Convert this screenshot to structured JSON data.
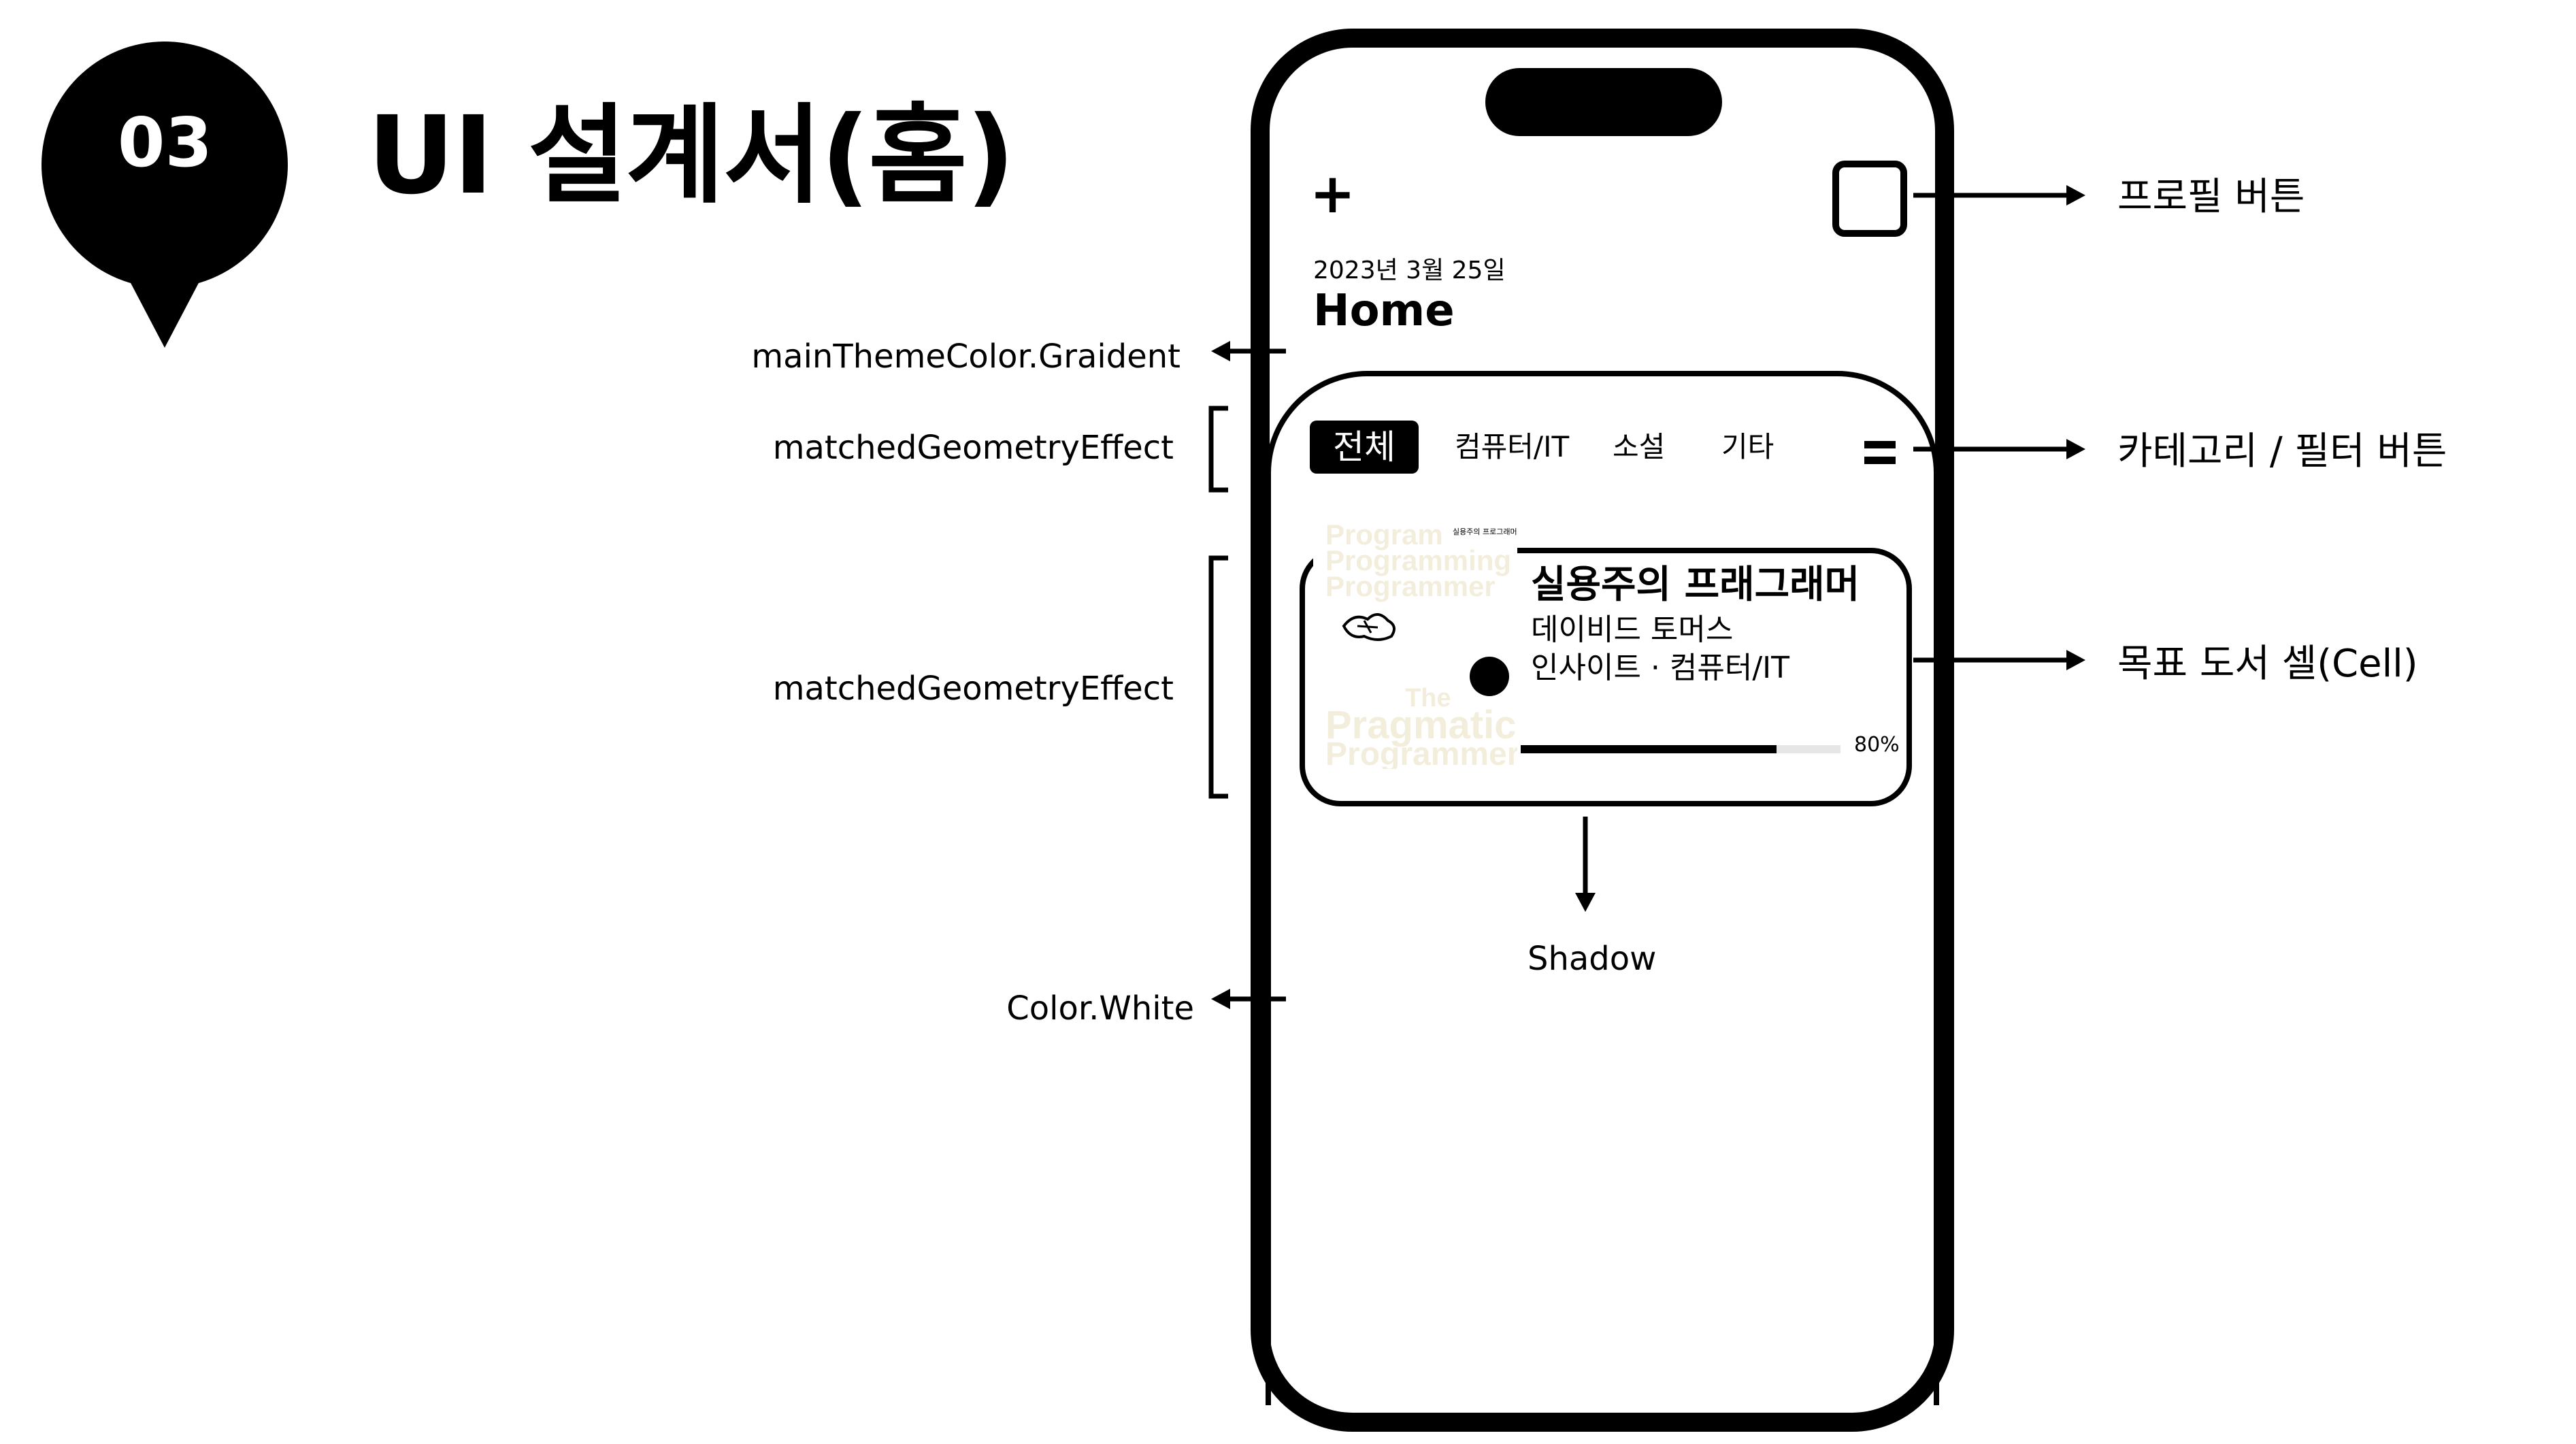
{
  "slide": {
    "number": "03",
    "title": "UI 설계서(홈)"
  },
  "phone": {
    "date": "2023년 3월 25일",
    "title": "Home",
    "plus_label": "+",
    "categories": [
      "전체",
      "컴퓨터/IT",
      "소설",
      "기타"
    ],
    "selected_category": "전체"
  },
  "book": {
    "title": "실용주의 프래그래머",
    "author": "데이비드 토머스",
    "meta": "인사이트 · 컴퓨터/IT",
    "progress": 0.8,
    "progress_label": "80%",
    "cover": {
      "small_text": "실용주의 프로그래머",
      "lines_top": [
        "Program",
        "Programming",
        "Programmer"
      ],
      "lines_bottom": [
        "The",
        "Pragmatic",
        "Programmer"
      ]
    }
  },
  "annotations": {
    "gradient": "mainThemeColor.Graident",
    "geometry_tabs": "matchedGeometryEffect",
    "geometry_cell": "matchedGeometryEffect",
    "white": "Color.White",
    "shadow": "Shadow",
    "profile_button": "프로필 버튼",
    "category_filter": "카테고리 / 필터 버튼",
    "goal_cell": "목표 도서 셀(Cell)"
  },
  "colors": {
    "ink": "#000000",
    "background": "#ffffff",
    "cover_text": "#f3eedc"
  }
}
